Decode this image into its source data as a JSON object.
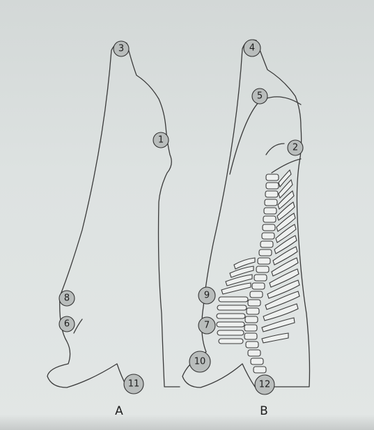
{
  "figure": {
    "panel_a": {
      "label": "A",
      "markers": [
        "3",
        "1",
        "8",
        "6",
        "11"
      ]
    },
    "panel_b": {
      "label": "B",
      "markers": [
        "4",
        "5",
        "2",
        "9",
        "7",
        "10",
        "12"
      ]
    }
  }
}
